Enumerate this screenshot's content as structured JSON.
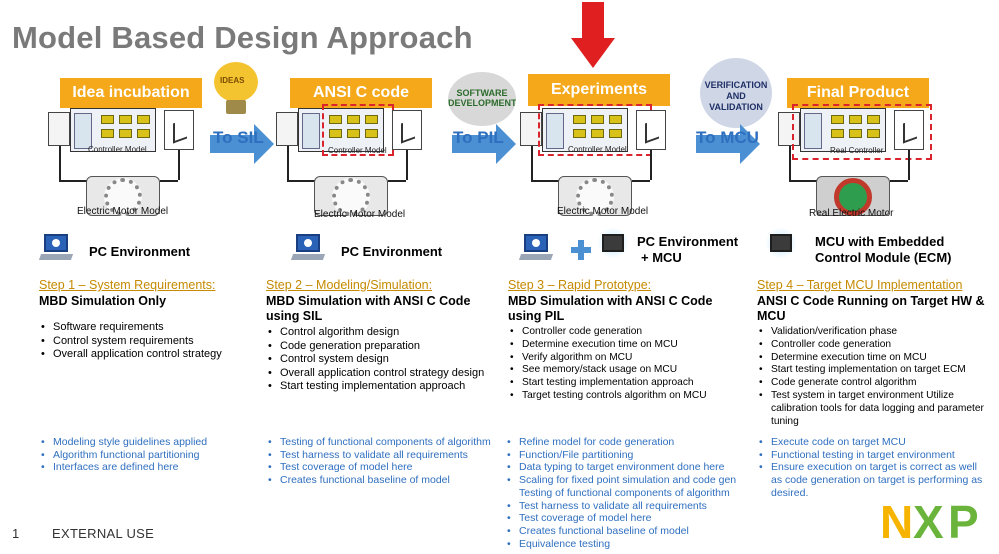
{
  "title": "Model Based Design Approach",
  "stages": [
    {
      "label": "Idea incubation"
    },
    {
      "label": "ANSI C code"
    },
    {
      "label": "Experiments"
    },
    {
      "label": "Final Product"
    }
  ],
  "diagrams": [
    {
      "controller_label": "Controller Model",
      "motor_label": "Electric Motor Model"
    },
    {
      "controller_label": "Controller Model",
      "motor_label": "Electric Motor Model"
    },
    {
      "controller_label": "Controller Model",
      "motor_label": "Electric Motor Model"
    },
    {
      "controller_label": "Real Controller",
      "motor_label": "Real Electric Motor"
    }
  ],
  "transitions": [
    {
      "label": "To SIL",
      "icon": "lightbulb-icon",
      "icon_text": "IDEAS"
    },
    {
      "label": "To PIL",
      "icon": "word-cloud-icon",
      "icon_text": "SOFTWARE DEVELOPMENT"
    },
    {
      "label": "To MCU",
      "icon": "word-cloud-icon",
      "icon_text": "VERIFICATION AND VALIDATION"
    }
  ],
  "environments": [
    {
      "text": "PC Environment"
    },
    {
      "text": "PC Environment"
    },
    {
      "line1": "PC Environment",
      "line2": "+   MCU"
    },
    {
      "line1": "MCU with Embedded",
      "line2": "Control Module (ECM)"
    }
  ],
  "columns": [
    {
      "step": "Step 1 – System Requirements:",
      "title": "MBD Simulation Only",
      "bullets": [
        "Software requirements",
        "Control system requirements",
        "Overall application control strategy"
      ],
      "blue": [
        "Modeling style guidelines applied",
        "Algorithm functional partitioning",
        "Interfaces are defined here"
      ]
    },
    {
      "step": "Step 2 – Modeling/Simulation:",
      "title": "MBD Simulation with ANSI C Code using SIL",
      "bullets": [
        "Control algorithm design",
        "Code generation preparation",
        "Control system design",
        "Overall application control strategy design",
        "Start testing implementation approach"
      ],
      "blue": [
        "Testing of functional components of algorithm",
        "Test harness to validate all requirements",
        "Test coverage of model here",
        "Creates functional baseline of model"
      ]
    },
    {
      "step": "Step 3 – Rapid Prototype:",
      "title": "MBD Simulation with ANSI C Code using PIL",
      "bullets": [
        "Controller code generation",
        "Determine execution time on MCU",
        "Verify algorithm  on MCU",
        "See memory/stack usage on MCU",
        "Start testing implementation approach",
        "Target testing controls algorithm on MCU"
      ],
      "blue": [
        "Refine model for code generation",
        "Function/File partitioning",
        "Data typing  to target environment done here",
        "Scaling for fixed point simulation and code gen Testing of functional components of algorithm",
        "Test harness to validate all requirements",
        "Test coverage of model here",
        "Creates functional baseline of model",
        "Equivalence testing"
      ]
    },
    {
      "step": "Step 4 – Target MCU Implementation",
      "title": "ANSI C Code Running on Target HW & MCU",
      "bullets": [
        "Validation/verification phase",
        "Controller code generation",
        "Determine execution time on MCU",
        "Start testing implementation on target ECM",
        "Code generate control algorithm",
        "Test system in target environment Utilize calibration tools for data logging and parameter tuning"
      ],
      "blue": [
        "Execute code on target MCU",
        "Functional testing in target environment",
        "Ensure execution on target is correct as well as code generation on target is performing as desired."
      ]
    }
  ],
  "footer": {
    "page_number": "1",
    "text": "EXTERNAL USE"
  },
  "logo": {
    "letters": [
      "N",
      "X",
      "P"
    ],
    "colors": [
      "#f6b400",
      "#6ab43c",
      "#6ab43c"
    ]
  },
  "colors": {
    "stage_orange": "#f5a91a",
    "arrow_blue": "#4a90d2",
    "highlight_red": "#e02020",
    "step_gold": "#c58a00",
    "note_blue": "#2f6fbf",
    "title_gray": "#7a7a7a"
  }
}
